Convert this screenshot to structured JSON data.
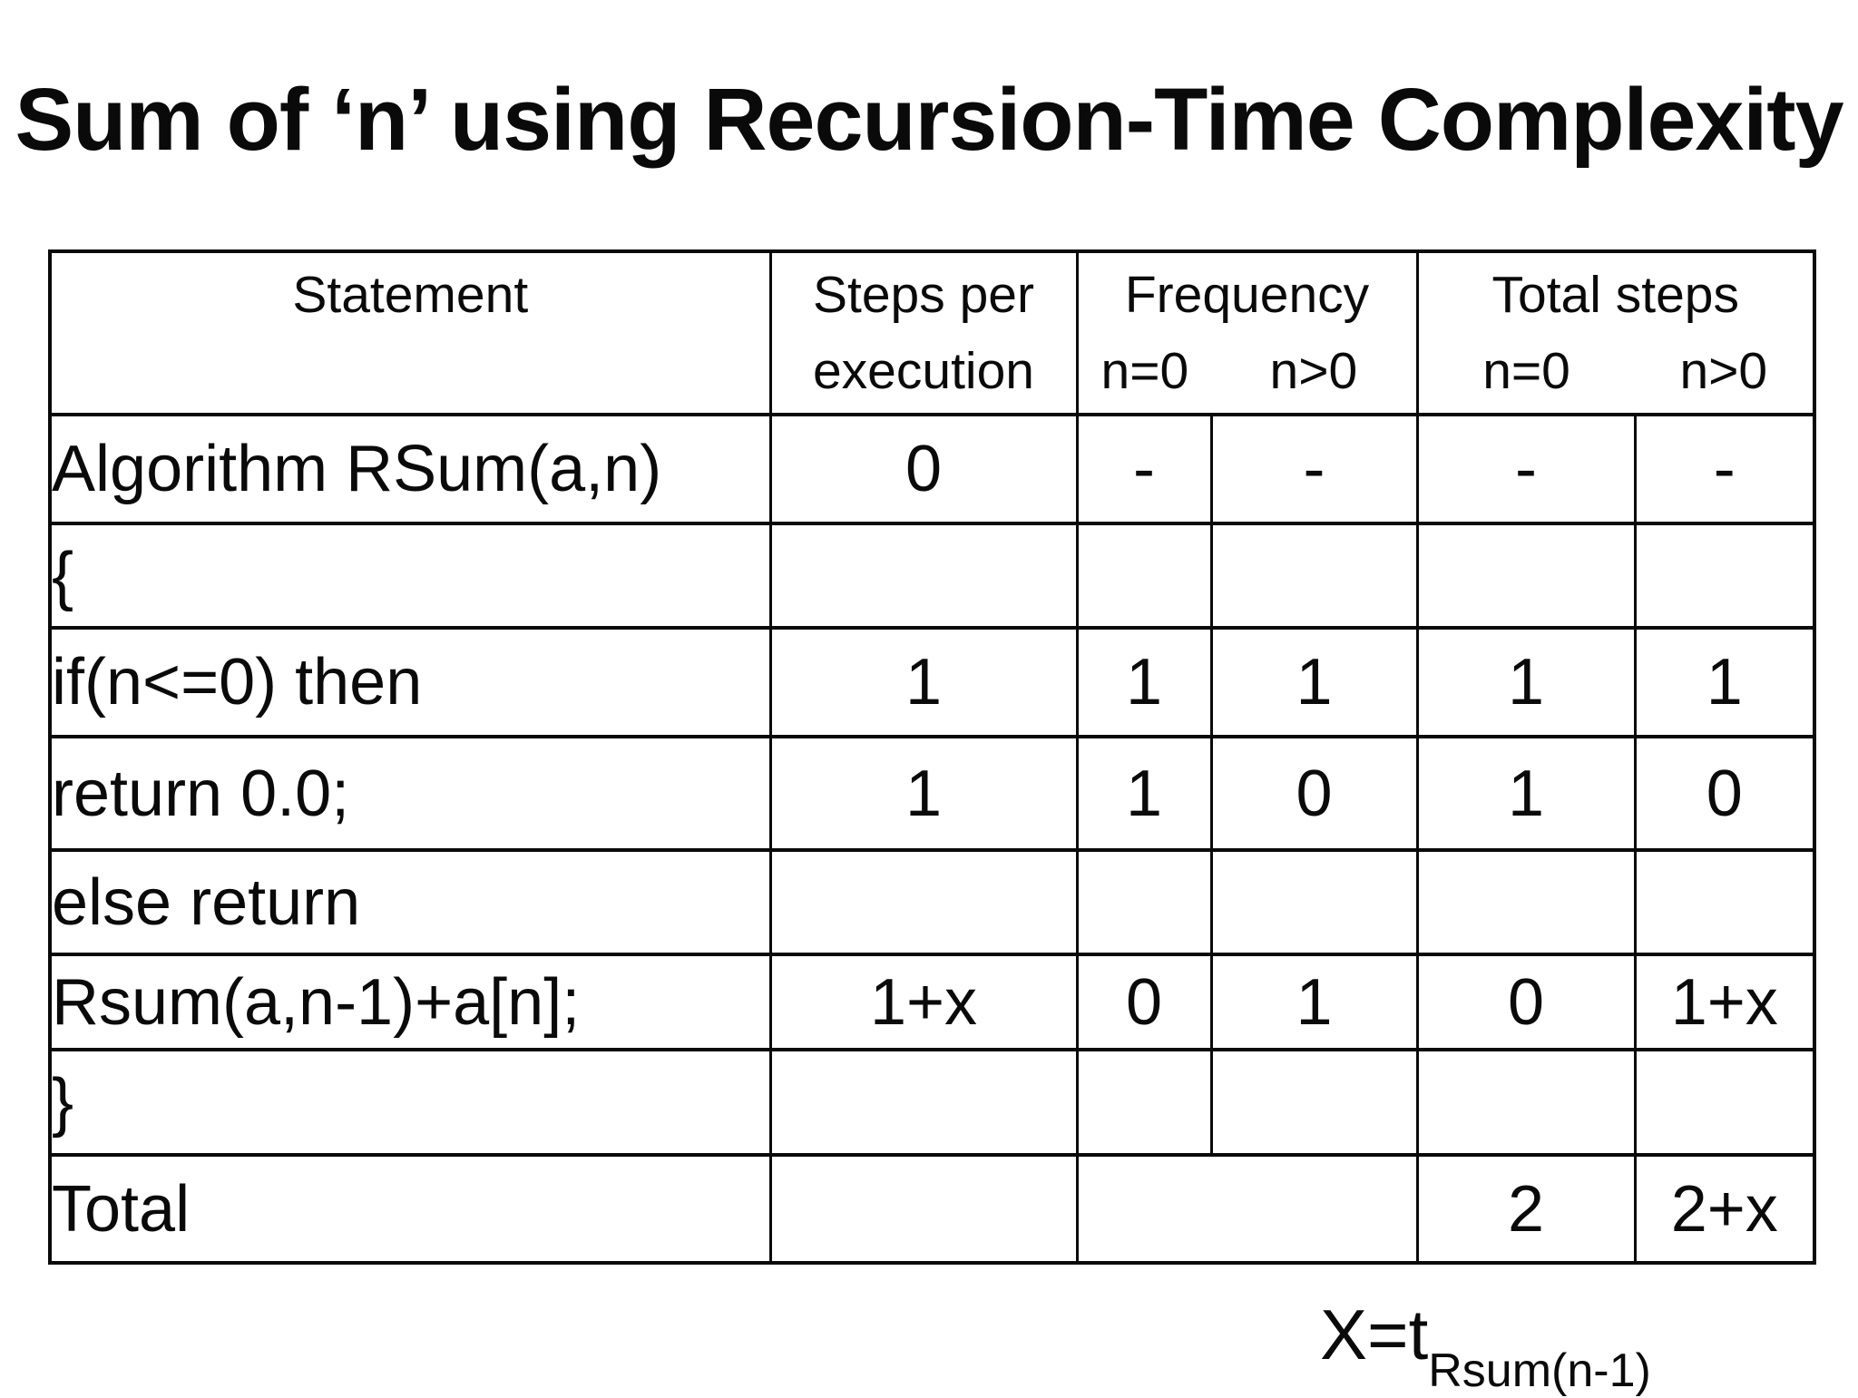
{
  "title": "Sum of ‘n’ using Recursion-Time Complexity",
  "table": {
    "headers": {
      "statement": "Statement",
      "steps_per_execution_line1": "Steps per",
      "steps_per_execution_line2": "execution",
      "frequency": "Frequency",
      "total_steps": "Total steps",
      "freq_n0": "n=0",
      "freq_ngt0": "n>0",
      "total_n0": "n=0",
      "total_ngt0": "n>0"
    },
    "rows": [
      {
        "statement": "Algorithm RSum(a,n)",
        "steps": "0",
        "freq_n0": "-",
        "freq_ngt0": "-",
        "total_n0": "-",
        "total_ngt0": "-"
      },
      {
        "statement": "{",
        "steps": "",
        "freq_n0": "",
        "freq_ngt0": "",
        "total_n0": "",
        "total_ngt0": ""
      },
      {
        "statement": "if(n<=0) then",
        "steps": "1",
        "freq_n0": "1",
        "freq_ngt0": "1",
        "total_n0": "1",
        "total_ngt0": "1"
      },
      {
        "statement": "return 0.0;",
        "steps": "1",
        "freq_n0": "1",
        "freq_ngt0": "0",
        "total_n0": "1",
        "total_ngt0": "0"
      },
      {
        "statement": "else return",
        "steps": "",
        "freq_n0": "",
        "freq_ngt0": "",
        "total_n0": "",
        "total_ngt0": ""
      },
      {
        "statement": "Rsum(a,n-1)+a[n];",
        "steps": "1+x",
        "freq_n0": "0",
        "freq_ngt0": "1",
        "total_n0": "0",
        "total_ngt0": "1+x"
      },
      {
        "statement": "}",
        "steps": "",
        "freq_n0": "",
        "freq_ngt0": "",
        "total_n0": "",
        "total_ngt0": ""
      }
    ],
    "total_row": {
      "label": "Total",
      "steps": "",
      "frequency": "",
      "total_n0": "2",
      "total_ngt0": "2+x"
    }
  },
  "footer": {
    "lhs": "X=t",
    "subscript": "Rsum(n-1)"
  }
}
